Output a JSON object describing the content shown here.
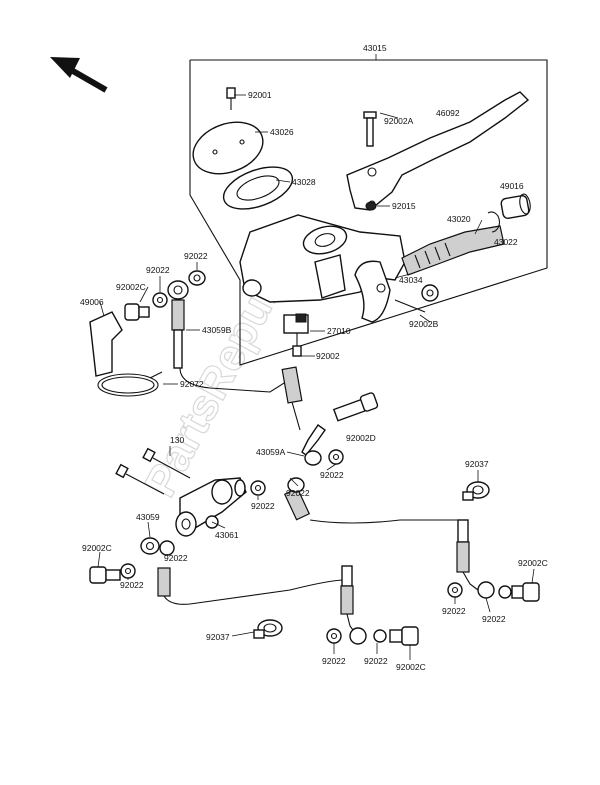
{
  "diagram": {
    "watermark": "PartsRepublik",
    "labels": {
      "p43015": "43015",
      "p92001": "92001",
      "p43026": "43026",
      "p43028": "43028",
      "p92002A": "92002A",
      "p46092": "46092",
      "p92015": "92015",
      "p49016": "49016",
      "p43020": "43020",
      "p43022": "43022",
      "p43034": "43034",
      "p92002B": "92002B",
      "p27010": "27010",
      "p92002": "92002",
      "p43059B": "43059B",
      "p92022_a": "92022",
      "p92022_b": "92022",
      "p92002C_a": "92002C",
      "p49006": "49006",
      "p92072": "92072",
      "p130": "130",
      "p43059A": "43059A",
      "p92022_c": "92022",
      "p92002D": "92002D",
      "p92022_d": "92022",
      "p92022_e": "92022",
      "p43059": "43059",
      "p92002C_b": "92002C",
      "p92022_f": "92022",
      "p92022_g": "92022",
      "p43061": "43061",
      "p92037_a": "92037",
      "p92002C_c": "92002C",
      "p92022_h": "92022",
      "p92022_i": "92022",
      "p92037_b": "92037",
      "p92022_j": "92022",
      "p92022_k": "92022",
      "p92002C_d": "92002C"
    }
  }
}
